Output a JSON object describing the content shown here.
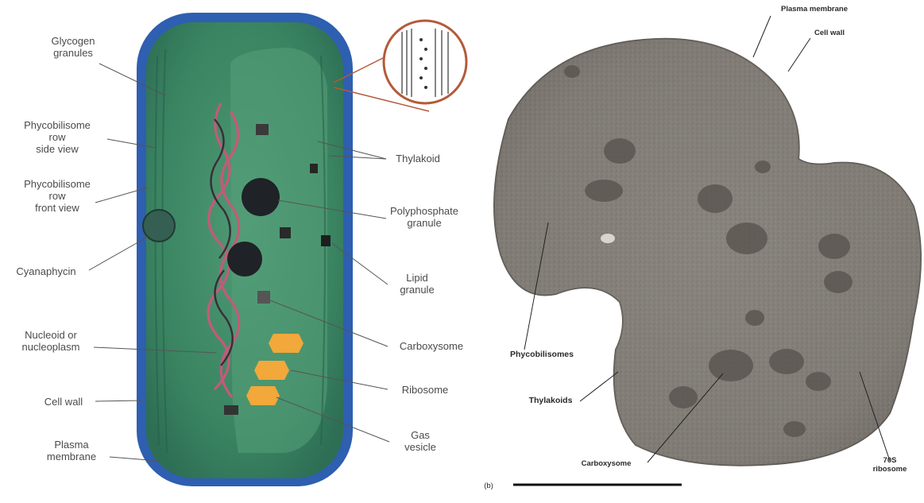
{
  "diagram": {
    "left_labels": {
      "glycogen": "Glycogen\ngranules",
      "phycobilisome_side": "Phycobilisome\nrow\nside view",
      "phycobilisome_front": "Phycobilisome\nrow\nfront view",
      "cyanophycin": "Cyanaphycin",
      "nucleoid": "Nucleoid or\nnucleoplasm",
      "cell_wall": "Cell wall",
      "plasma_membrane": "Plasma\nmembrane"
    },
    "right_labels": {
      "thylakoid": "Thylakoid",
      "polyphosphate": "Polyphosphate\ngranule",
      "lipid": "Lipid\ngranule",
      "carboxysome": "Carboxysome",
      "ribosome": "Ribosome",
      "gas_vesicle": "Gas\nvesicle"
    },
    "micrograph_labels": {
      "plasma_membrane": "Plasma membrane",
      "cell_wall": "Cell wall",
      "phycobilisomes": "Phycobilisomes",
      "thylakoids": "Thylakoids",
      "carboxysome": "Carboxysome",
      "ribosome": "70S\nribosome"
    },
    "panel_marker": "(b)",
    "colors": {
      "cell_wall": "#2e5fb0",
      "cytoplasm": "#3f8a66",
      "carboxysome": "#f2a83a",
      "micrograph": "#8a8580"
    }
  }
}
